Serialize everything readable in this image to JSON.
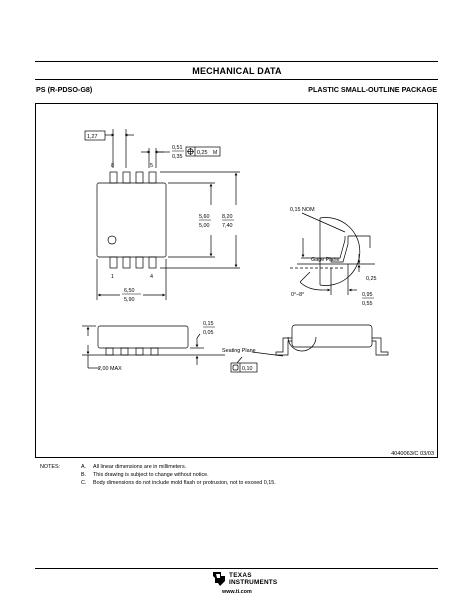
{
  "document": {
    "title": "MECHANICAL DATA",
    "package_code": "PS (R-PDSO-G8)",
    "package_name": "PLASTIC SMALL-OUTLINE PACKAGE",
    "drawing_number": "4040063/C 03/03"
  },
  "drawing": {
    "pitch": "1,27",
    "lead_width_max": "0,51",
    "lead_width_min": "0,35",
    "position_tolerance": "0,25",
    "pin_top_left": "8",
    "pin_top_right": "5",
    "pin_bottom_left": "1",
    "pin_bottom_right": "4",
    "body_width_max": "5,60",
    "body_width_min": "5,00",
    "overall_width_max": "8,20",
    "overall_width_min": "7,40",
    "body_length_max": "6,50",
    "body_length_min": "5,90",
    "lead_thickness_nom": "0,15 NOM",
    "gage_plane_label": "Gage Plane",
    "gage_dimension": "0,25",
    "lead_angle": "0°–8°",
    "foot_length_max": "0,95",
    "foot_length_min": "0,55",
    "standoff_max": "0,15",
    "standoff_min": "0,05",
    "height_max": "2,00 MAX",
    "seating_plane_label": "Seating Plane",
    "coplanarity": "0,10"
  },
  "notes": {
    "label": "NOTES:",
    "items": [
      {
        "letter": "A.",
        "text": "All linear dimensions are in millimeters."
      },
      {
        "letter": "B.",
        "text": "This drawing is subject to change without notice."
      },
      {
        "letter": "C.",
        "text": "Body dimensions do not include mold flash or protrusion, not to exceed 0,15."
      }
    ]
  },
  "footer": {
    "brand_line1": "TEXAS",
    "brand_line2": "INSTRUMENTS",
    "url": "www.ti.com"
  }
}
